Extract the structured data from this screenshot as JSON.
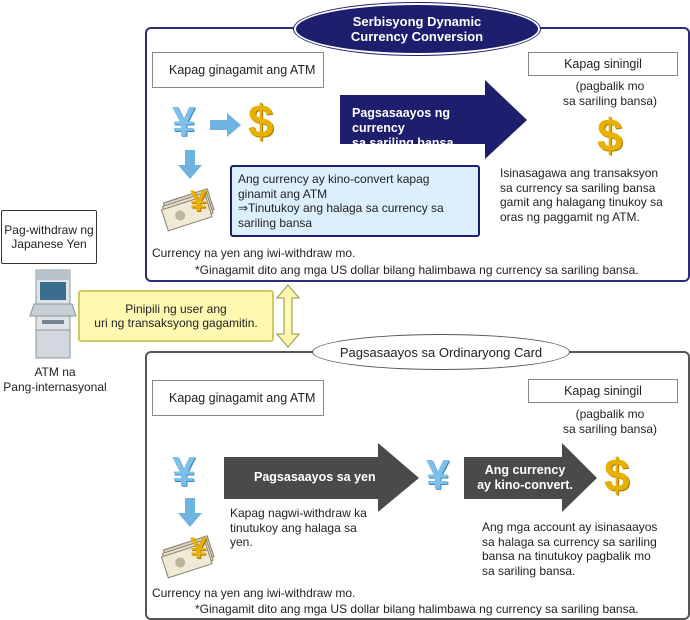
{
  "dcc": {
    "title_line1": "Serbisyong Dynamic",
    "title_line2": "Currency Conversion",
    "atm_use_label": "Kapag ginagamit ang ATM",
    "charge_label": "Kapag siningil",
    "return_note_line1": "(pagbalik mo",
    "return_note_line2": "sa sariling bansa)",
    "arrow_text_line1": "Pagsasaayos ng currency",
    "arrow_text_line2": "sa sariling bansa",
    "info_line1": "Ang currency ay kino-convert kapag",
    "info_line2": "ginamit ang ATM",
    "info_line3": "⇒Tinutukoy ang halaga sa currency sa",
    "info_line4": "sariling bansa",
    "right_line1": "Isinasagawa ang transaksyon",
    "right_line2": "sa currency sa sariling bansa",
    "right_line3": "gamit ang halagang tinukoy sa",
    "right_line4": "oras ng paggamit ng ATM.",
    "withdraw_note": "Currency na yen ang iwi-withdraw mo.",
    "footnote": "*Ginagamit dito ang mga US dollar bilang halimbawa ng currency sa sariling bansa."
  },
  "ordinary": {
    "title": "Pagsasaayos sa Ordinaryong Card",
    "atm_use_label": "Kapag ginagamit ang ATM",
    "charge_label": "Kapag siningil",
    "return_note_line1": "(pagbalik mo",
    "return_note_line2": "sa sariling bansa)",
    "arrow1_text": "Pagsasaayos sa yen",
    "arrow2_line1": "Ang currency",
    "arrow2_line2": "ay kino-convert.",
    "yen_note_line1": "Kapag nagwi-withdraw ka",
    "yen_note_line2": "tinutukoy ang halaga sa",
    "yen_note_line3": "yen.",
    "right_line1": "Ang mga account ay isinasaayos",
    "right_line2": "sa halaga sa currency sa sariling",
    "right_line3": "bansa na tinutukoy pagbalik mo",
    "right_line4": "sa sariling bansa.",
    "withdraw_note": "Currency na yen ang iwi-withdraw mo.",
    "footnote": "*Ginagamit dito ang mga US dollar bilang halimbawa ng currency sa sariling bansa."
  },
  "left": {
    "withdraw_box_line1": "Pag-withdraw ng",
    "withdraw_box_line2": "Japanese Yen",
    "atm_caption_line1": "ATM na",
    "atm_caption_line2": "Pang-internasyonal",
    "choice_line1": "Pinipili ng user ang",
    "choice_line2": "uri ng transaksyong gagamitin."
  },
  "symbols": {
    "yen": "¥",
    "dollar": "$"
  },
  "colors": {
    "navy": "#1e1e6e",
    "dark_gray": "#4a4a4a",
    "light_blue": "#dcefff",
    "light_yellow": "#fff8b0",
    "icon_blue": "#6fb3e0",
    "gold": "#e8b000"
  }
}
